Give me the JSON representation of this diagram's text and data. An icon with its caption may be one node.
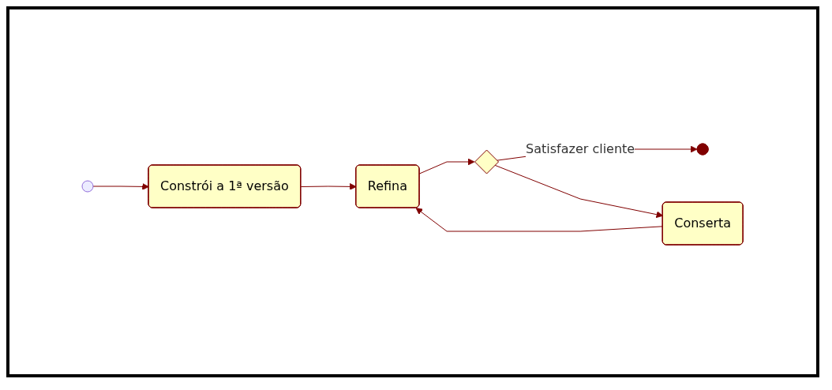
{
  "diagram": {
    "nodes": [
      {
        "text": [],
        "shape": "circle"
      },
      {
        "text": [
          "Constrói a 1ª versão"
        ]
      },
      {
        "text": [
          "Refina"
        ]
      },
      {
        "text": [
          "Conserta"
        ]
      },
      {
        "text": [],
        "shape": "diamond"
      },
      {
        "text": [],
        "shape": "circle"
      }
    ],
    "edges": [
      {
        "from": 0,
        "to": 1,
        "arrow": "to"
      },
      {
        "from": 1,
        "to": 2,
        "arrow": "to"
      },
      {
        "from": 2,
        "to": 4,
        "arrow": "to"
      },
      {
        "from": 4,
        "to": 5,
        "label": "Satisfazer cliente",
        "arrow": "to"
      },
      {
        "from": 4,
        "to": 3,
        "arrow": "to"
      },
      {
        "from": 3,
        "to": 2,
        "arrow": "to"
      }
    ]
  }
}
